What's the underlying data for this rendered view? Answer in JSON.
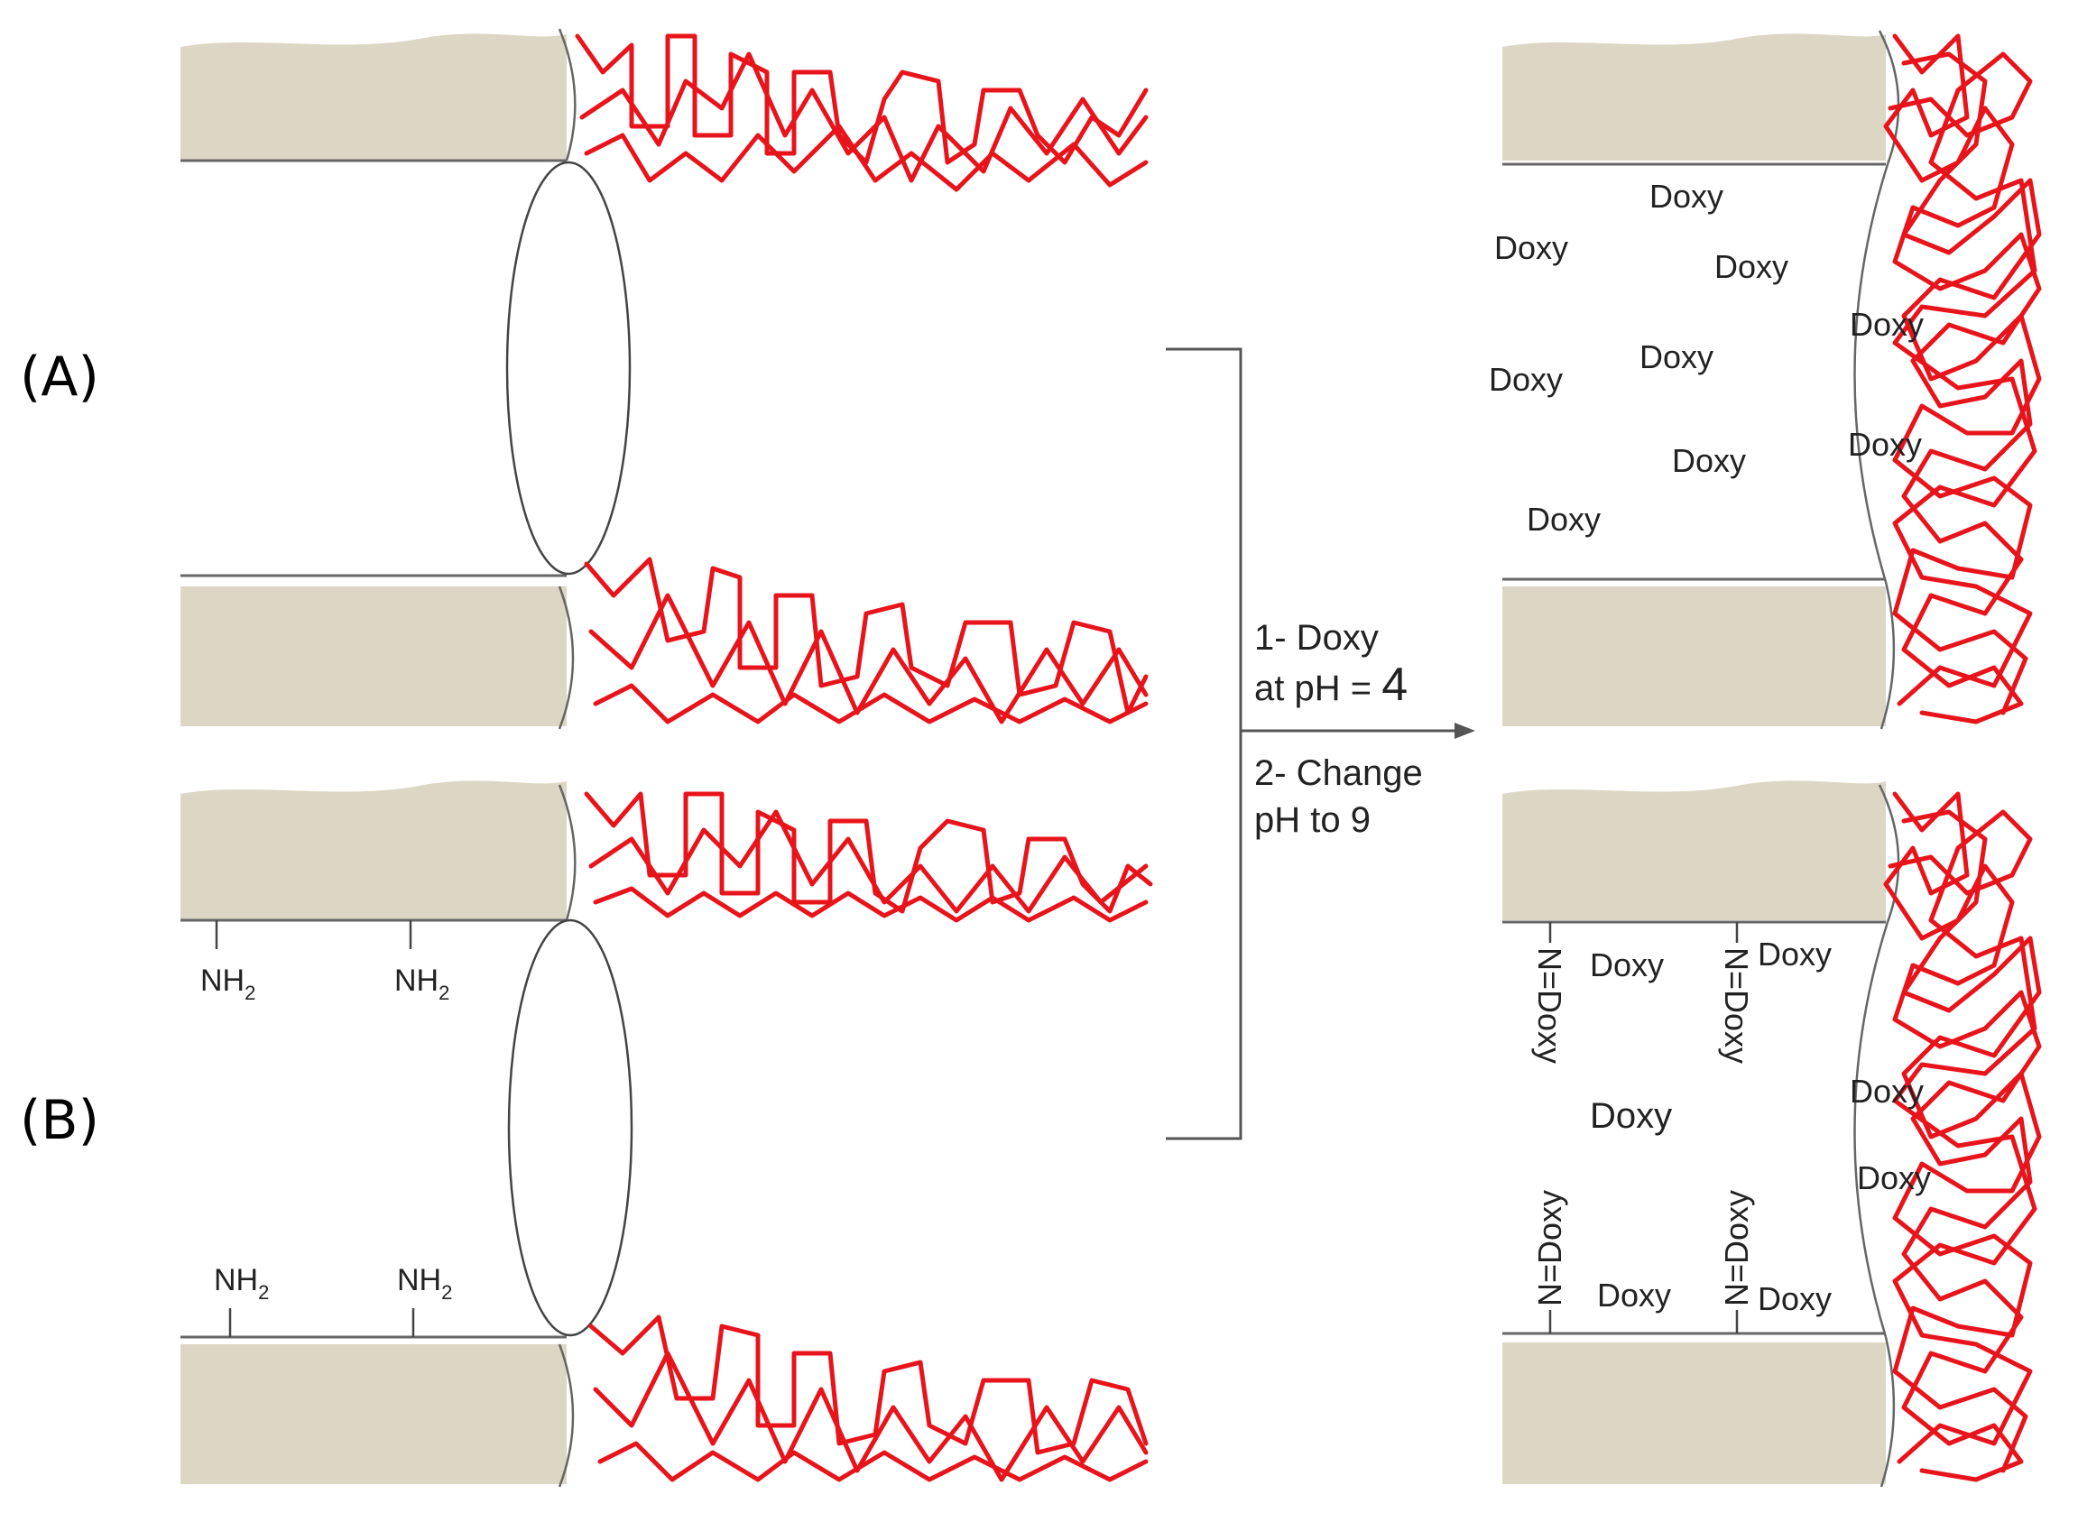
{
  "panels": [
    {
      "id": "A",
      "label": "(A)"
    },
    {
      "id": "B",
      "label": "(B)"
    }
  ],
  "reaction": {
    "step1_line1": "1- Doxy",
    "step1_line2_prefix": "at pH = ",
    "step1_line2_value": "4",
    "step2_line1": "2- Change",
    "step2_line2": "pH to 9"
  },
  "panel_a_product": {
    "drug_label": "Doxy",
    "drug_count": 9
  },
  "panel_b_start": {
    "amine_label_main": "NH",
    "amine_label_sub": "2",
    "amine_count": 4
  },
  "panel_b_product": {
    "free_drug_label": "Doxy",
    "conjugate_label": "N=Doxy",
    "conjugate_count": 4
  },
  "colors": {
    "wall": "#dcd6c4",
    "polymer": "#e8141b"
  }
}
